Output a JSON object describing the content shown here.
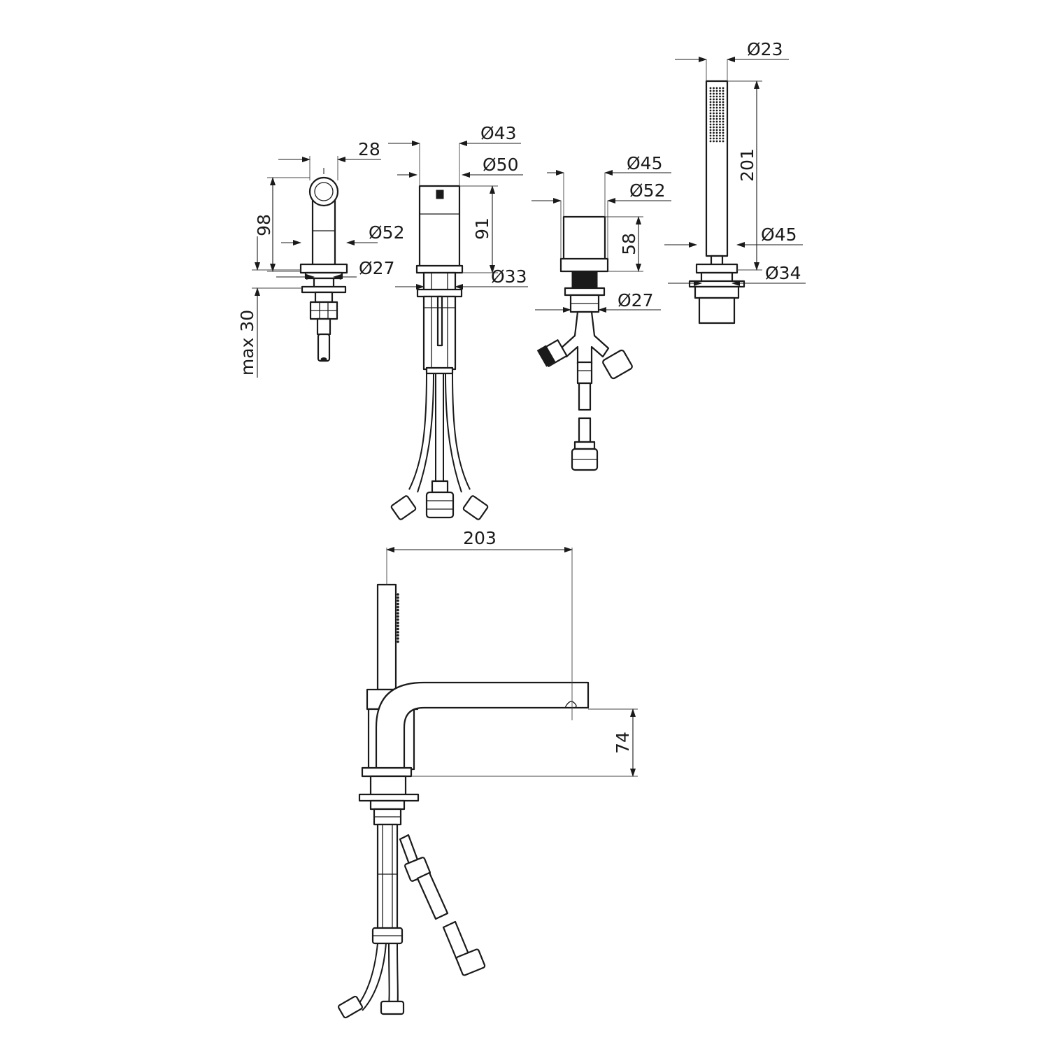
{
  "dimensions": {
    "handle_width": "28",
    "handle_height": "98",
    "handle_rosette": "Ø52",
    "handle_shank": "Ø27",
    "deck_thickness": "max 30",
    "mixer_body": "Ø43",
    "mixer_rosette": "Ø50",
    "mixer_height": "91",
    "mixer_shank": "Ø33",
    "diverter_body": "Ø45",
    "diverter_rosette": "Ø52",
    "diverter_height": "58",
    "diverter_shank": "Ø27",
    "shower_handle": "Ø23",
    "shower_length": "201",
    "shower_rosette": "Ø45",
    "shower_shank": "Ø34",
    "spout_reach": "203",
    "spout_height": "74"
  },
  "colors": {
    "line": "#1a1a1a",
    "background": "#ffffff"
  }
}
